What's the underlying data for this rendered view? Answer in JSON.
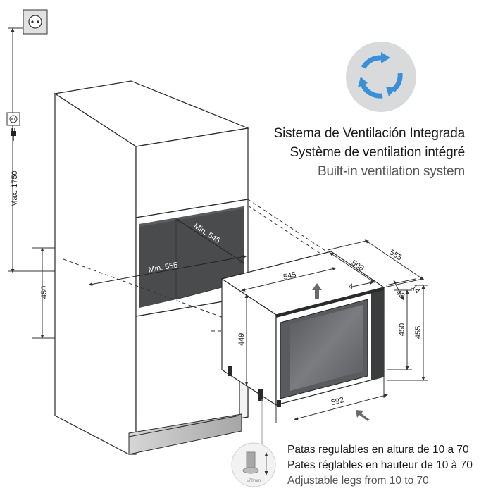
{
  "ventilation": {
    "line_es": "Sistema de Ventilación Integrada",
    "line_fr": "Système de ventilation intégré",
    "line_en": "Built-in ventilation system",
    "icon": "rotate-arrows-icon",
    "icon_color": "#3a8fd9",
    "icon_bg": "#d9dadc"
  },
  "legs": {
    "line_es": "Patas regulables en altura de 10 a 70",
    "line_fr": "Pates réglables en hauteur de 10 à 70",
    "line_en": "Adjustable legs from 10 to 70",
    "foot_label": "≥70mm"
  },
  "dimensions": {
    "max_height": "Max. 1750",
    "niche_height": "450",
    "min_depth": "Min. 545",
    "min_width": "Min. 555",
    "width_top": "545",
    "depth_508": "508",
    "depth_555": "555",
    "d4": "4",
    "d43": "43",
    "d14": "14",
    "side_449": "449",
    "front_450": "450",
    "front_455": "455",
    "bottom_592": "592"
  },
  "colors": {
    "niche_fill": "#4a4b4d",
    "door_glass": "#6a6b6e",
    "line": "#2a2a2a",
    "dim_line": "#333333"
  }
}
